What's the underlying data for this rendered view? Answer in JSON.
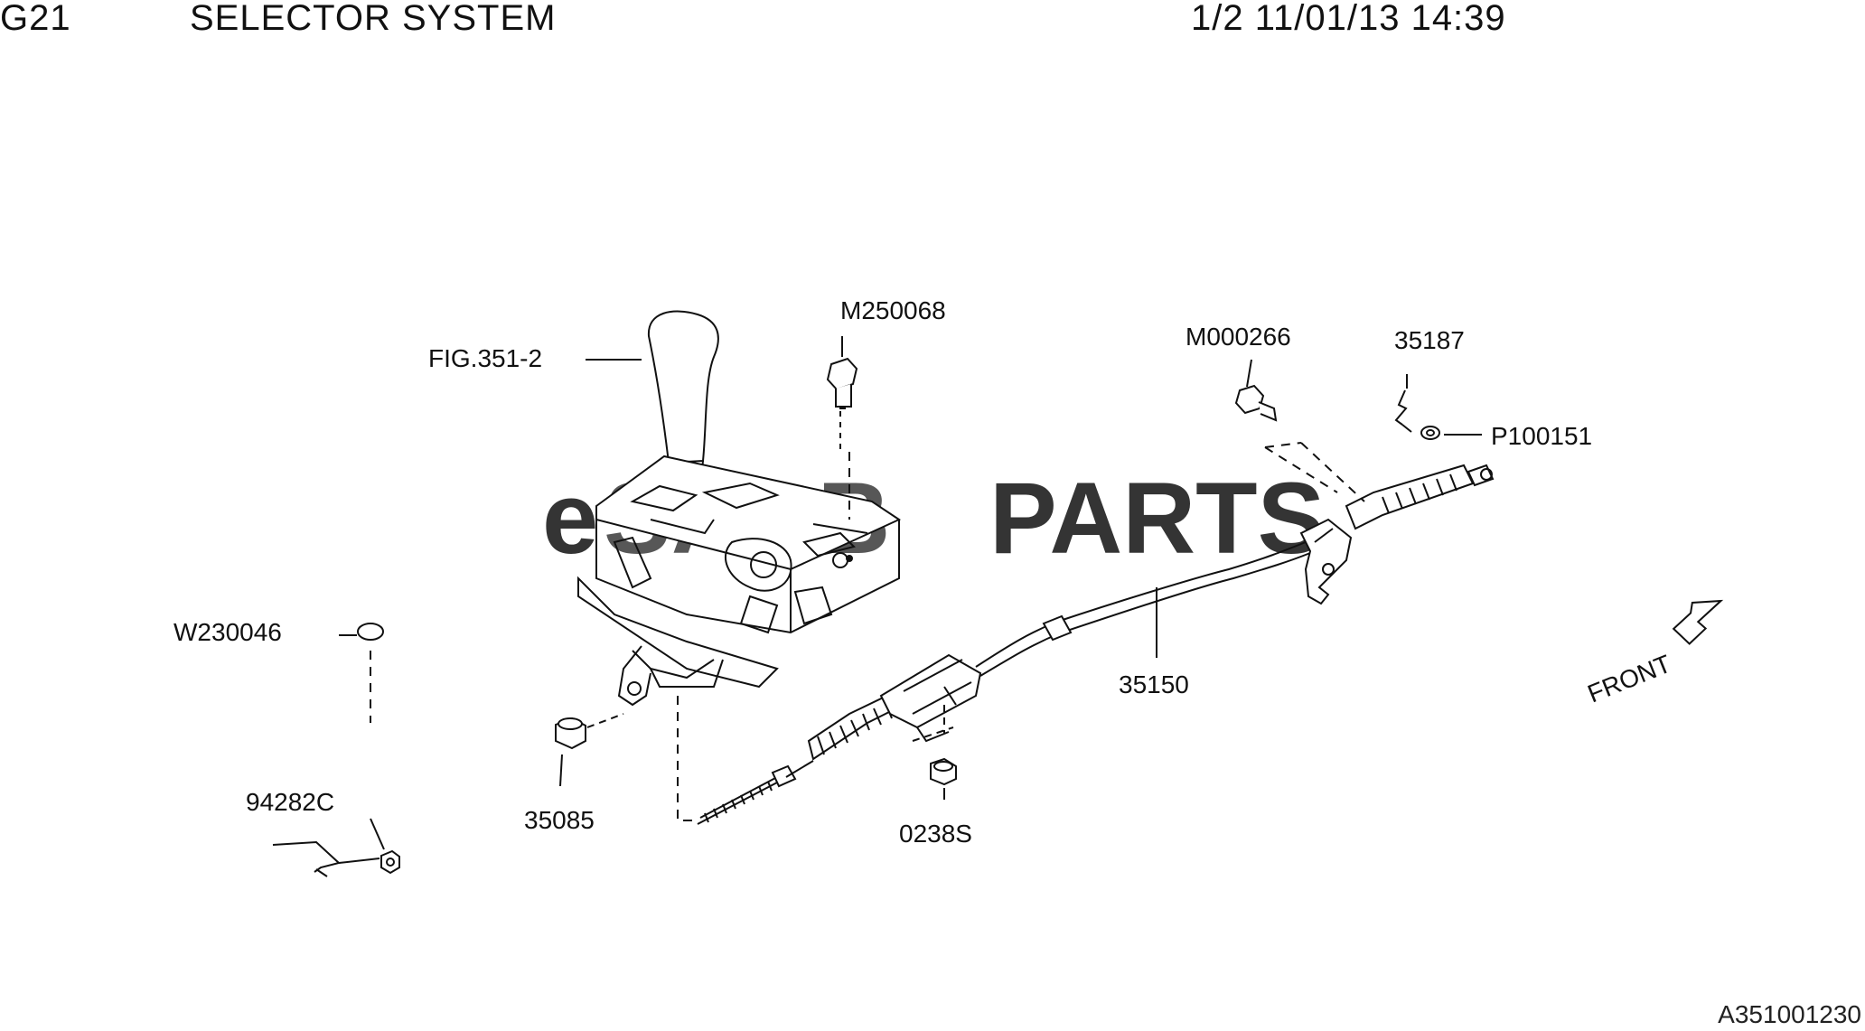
{
  "header": {
    "code": "G21",
    "title": "SELECTOR SYSTEM",
    "meta": "1/2 11/01/13 14:39"
  },
  "watermark": {
    "part1": "e",
    "part2": "SAAB",
    "part3": "PARTS"
  },
  "callouts": {
    "fig": "FIG.351-2",
    "m250068": "M250068",
    "m000266": "M000266",
    "p35187": "35187",
    "p100151": "P100151",
    "w230046": "W230046",
    "p94282c": "94282C",
    "p35085": "35085",
    "p0238s": "0238S",
    "p35150": "35150",
    "front": "FRONT"
  },
  "footer": {
    "ref_code": "A351001230"
  },
  "colors": {
    "line": "#111111",
    "watermark_red": "#e79c9c"
  }
}
